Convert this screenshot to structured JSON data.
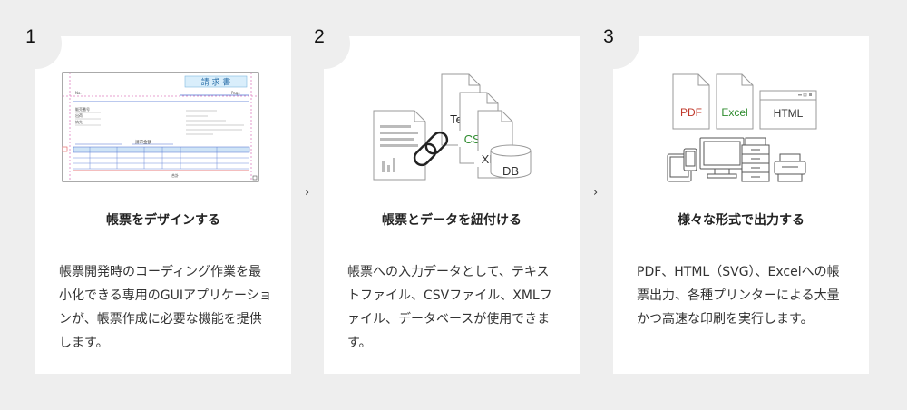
{
  "steps": [
    {
      "number": "1",
      "title": "帳票をデザインする",
      "description": "帳票開発時のコーディング作業を最小化できる専用のGUIアプリケーションが、帳票作成に必要な機能を提供します。",
      "mock": {
        "heading": "請 求 書",
        "label_client": "No.",
        "label_page": "Page",
        "lines_left": [
          "販売番号",
          "出荷",
          "納先"
        ],
        "subtotal_label": "請求金額",
        "total_label": "合計"
      }
    },
    {
      "number": "2",
      "title": "帳票とデータを紐付ける",
      "description": "帳票への入力データとして、テキストファイル、CSVファイル、XMLファイル、データベースが使用できます。",
      "files": {
        "text": "Text",
        "csv": "CSV",
        "xml": "XML",
        "db": "DB"
      }
    },
    {
      "number": "3",
      "title": "様々な形式で出力する",
      "description": "PDF、HTML（SVG）、Excelへの帳票出力、各種プリンターによる大量かつ高速な印刷を実行します。",
      "formats": {
        "pdf": "PDF",
        "excel": "Excel",
        "html": "HTML"
      }
    }
  ],
  "arrow_glyph": "›",
  "colors": {
    "background": "#eeeeee",
    "card": "#ffffff",
    "pdf_red": "#c0392b",
    "excel_green": "#2e8b2e",
    "csv_green": "#2e8b2e",
    "html_blue": "#333333"
  }
}
